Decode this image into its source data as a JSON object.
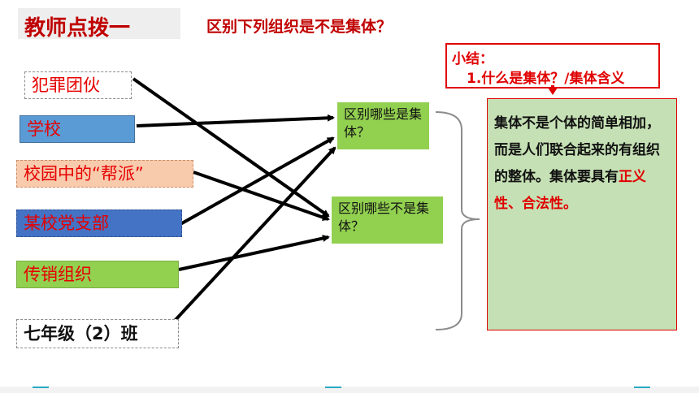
{
  "header": {
    "title": "教师点拨一",
    "question": "区别下列组织是不是集体？"
  },
  "items": [
    {
      "label": "犯罪团伙"
    },
    {
      "label": "学校"
    },
    {
      "label": "校园中的“帮派”"
    },
    {
      "label": "某校党支部"
    },
    {
      "label": "传销组织"
    },
    {
      "label": "七年级（2）班"
    }
  ],
  "categories": [
    {
      "label": "区别哪些是集体？"
    },
    {
      "label": "区别哪些不是集体？"
    }
  ],
  "summary": {
    "title": "小结：",
    "subtitle": "1.什么是集体？/集体含义",
    "text_part1": "集体不是个体的简单相加，而是人们联合起来的有组织的整体。集体要具有",
    "text_highlight": "正义性、合法性。"
  },
  "colors": {
    "accent_red": "#e00000",
    "green_box": "#92d050",
    "answer_bg": "#c5e0b4",
    "blue_box": "#5b9bd5",
    "dark_blue_box": "#4472c4",
    "peach_box": "#f8cbad"
  }
}
